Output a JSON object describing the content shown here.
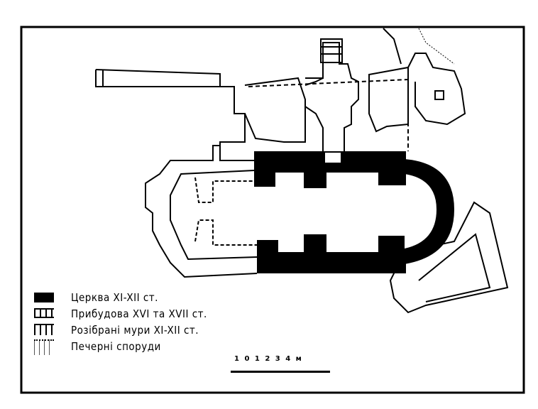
{
  "legend": {
    "items": [
      {
        "label": "Церква XI-XII ст.",
        "pattern": "solid-black"
      },
      {
        "label": "Прибудова XVI та XVII ст.",
        "pattern": "outline"
      },
      {
        "label": "Розібрані мури XI-XII ст.",
        "pattern": "dashed"
      },
      {
        "label": "Печерні споруди",
        "pattern": "dotted"
      }
    ]
  },
  "scale": {
    "label": "1 0 1 2 3 4 м"
  },
  "colors": {
    "ink": "#000000",
    "paper": "#ffffff"
  }
}
